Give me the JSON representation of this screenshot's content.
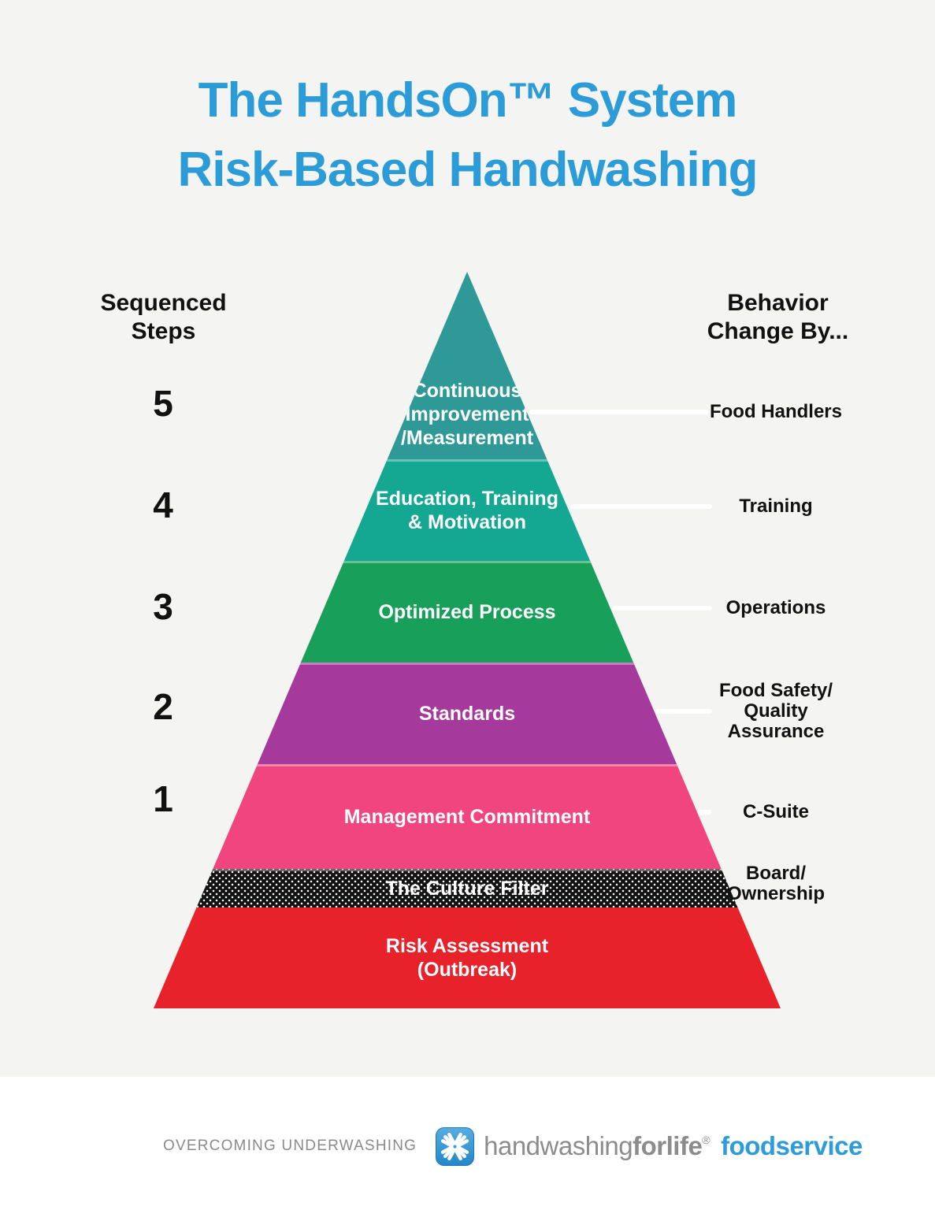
{
  "title": {
    "line1": "The HandsOn™ System",
    "line2": "Risk-Based Handwashing",
    "color": "#2b9cd8"
  },
  "left_column": {
    "heading": "Sequenced Steps",
    "steps": [
      "5",
      "4",
      "3",
      "2",
      "1"
    ]
  },
  "right_column": {
    "heading": "Behavior Change By...",
    "labels": [
      "Food Handlers",
      "Training",
      "Operations",
      "Food Safety/ Quality Assurance",
      "C-Suite",
      "Board/ Ownership"
    ]
  },
  "pyramid": {
    "levels": [
      {
        "step": "5",
        "label": "Continuous Improvement /Measurement",
        "color": "#2e9997"
      },
      {
        "step": "4",
        "label": "Education, Training & Motivation",
        "color": "#14a791"
      },
      {
        "step": "3",
        "label": "Optimized Process",
        "color": "#18a05b"
      },
      {
        "step": "2",
        "label": "Standards",
        "color": "#a5399c"
      },
      {
        "step": "1",
        "label": "Management Commitment",
        "color": "#f0457f"
      },
      {
        "label": "The Culture Filter",
        "color": "#131313",
        "pattern": "white-dots"
      },
      {
        "label": "Risk Assessment (Outbreak)",
        "color": "#e8222b"
      }
    ]
  },
  "footer": {
    "tagline": "OVERCOMING UNDERWASHING",
    "logo_icon": "crossed-hands-icon",
    "brand_regular": "handwashing",
    "brand_bold": "forlife",
    "registered": "®",
    "brand_suffix": "foodservice",
    "brand_color": "#8c8c8c",
    "suffix_color": "#2e9cd9"
  }
}
